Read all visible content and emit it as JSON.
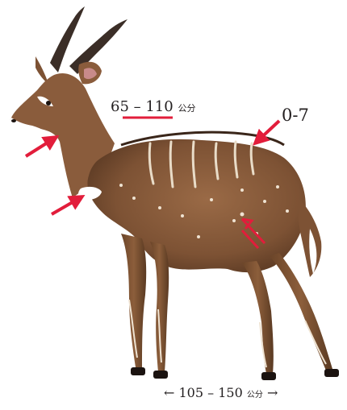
{
  "labels": {
    "shoulder_height": {
      "range": "65 – 110",
      "unit": "公分"
    },
    "stripe_count": "0-7",
    "body_length": {
      "left_arrow": "←",
      "range": "105 – 150",
      "unit": "公分",
      "right_arrow": "→"
    }
  },
  "colors": {
    "arrow_red": "#e21d3b",
    "coat_main": "#8a5c3c",
    "coat_dark": "#5a3a24",
    "coat_light": "#a97a55",
    "horn": "#3b2e27",
    "white_markings": "#ffffff",
    "text": "#231f20"
  },
  "icons": [
    "red-arrow-icon",
    "underline-bar"
  ]
}
